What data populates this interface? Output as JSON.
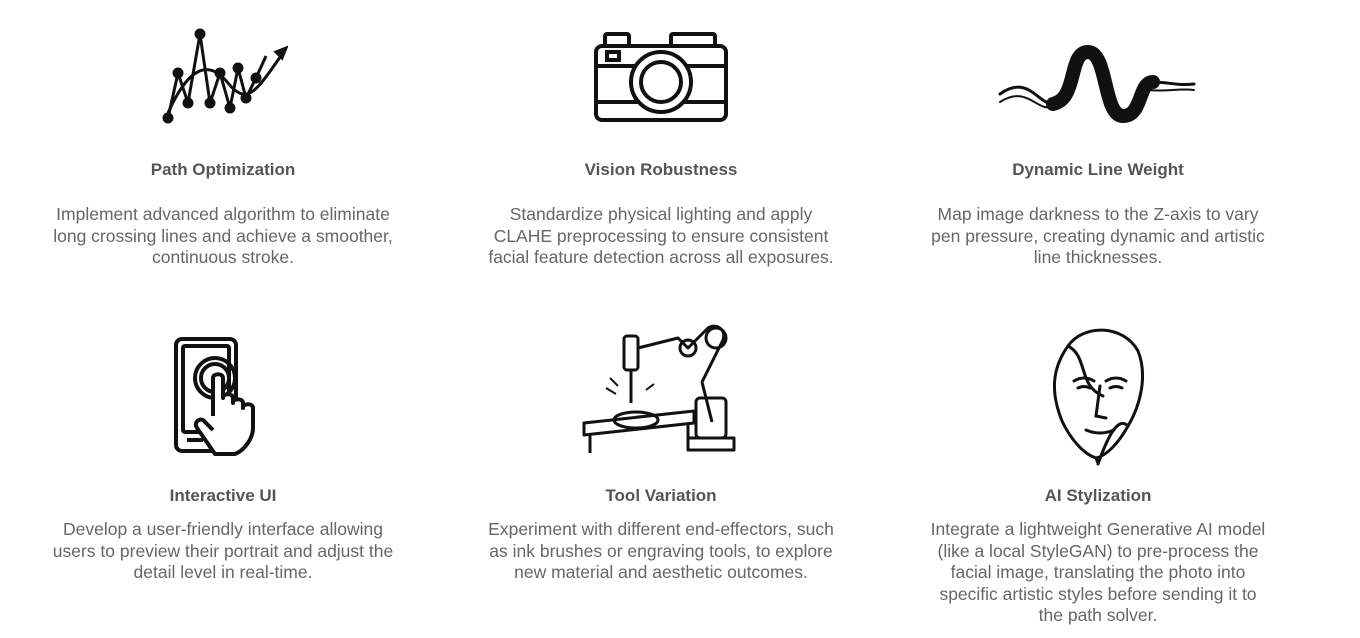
{
  "features": [
    {
      "title": "Path Optimization",
      "icon": "path-graph-icon",
      "lines": [
        "Implement advanced  algorithm to eliminate",
        "long crossing lines and achieve a smoother,",
        "continuous stroke."
      ]
    },
    {
      "title": "Vision Robustness",
      "icon": "camera-icon",
      "lines": [
        "Standardize physical lighting and apply",
        "CLAHE preprocessing to ensure consistent",
        "facial feature detection across all exposures."
      ]
    },
    {
      "title": "Dynamic Line Weight",
      "icon": "variable-stroke-icon",
      "lines": [
        "Map image darkness to the Z-axis to vary",
        "pen pressure, creating dynamic and artistic",
        "line thicknesses."
      ]
    },
    {
      "title": "Interactive UI",
      "icon": "touch-tablet-icon",
      "lines": [
        "Develop a user-friendly interface allowing",
        "users to preview their portrait and adjust the",
        "detail level in real-time."
      ]
    },
    {
      "title": "Tool Variation",
      "icon": "robot-arm-icon",
      "lines": [
        "Experiment with different end-effectors, such",
        "as ink brushes or engraving tools, to explore",
        "new material and aesthetic outcomes."
      ]
    },
    {
      "title": "AI Stylization",
      "icon": "line-art-face-icon",
      "lines": [
        "Integrate a lightweight Generative AI model",
        "(like a local StyleGAN) to pre-process the",
        "facial image, translating the photo into",
        "specific artistic styles before sending it to",
        "the path solver."
      ]
    }
  ]
}
